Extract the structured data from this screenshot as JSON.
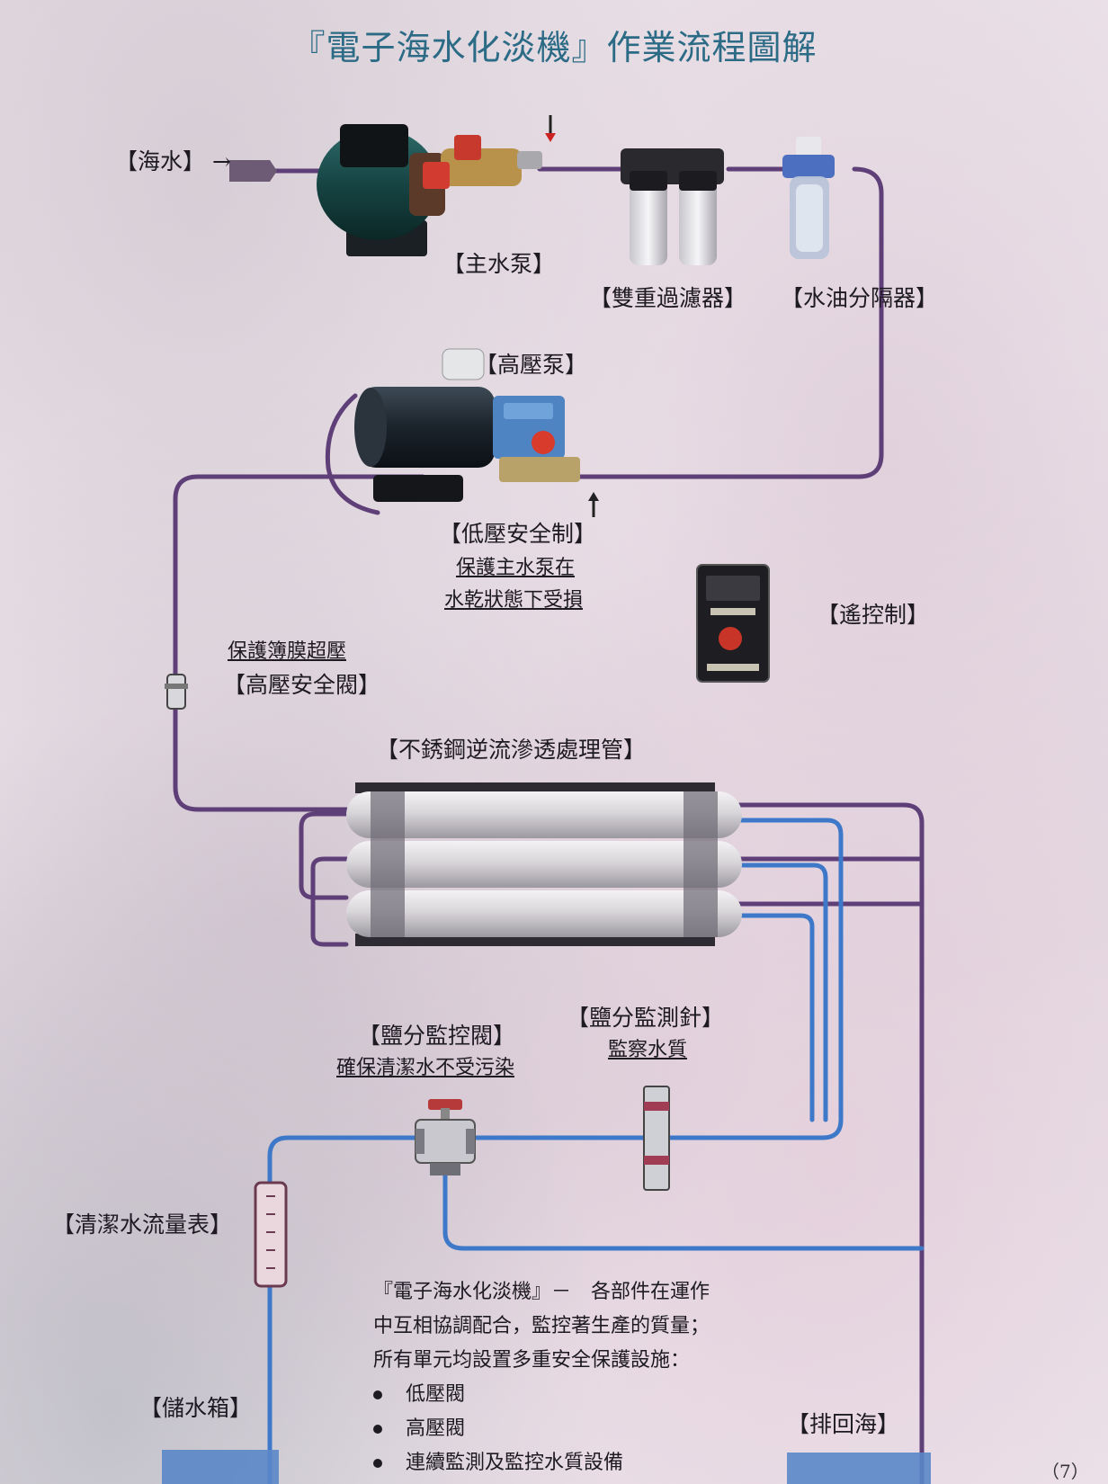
{
  "title": "『電子海水化淡機』作業流程圖解",
  "labels": {
    "seawater": "【海水】",
    "seawater_arrow": "→",
    "main_pump": "【主水泵】",
    "dual_filter": "【雙重過濾器】",
    "oil_separator": "【水油分隔器】",
    "high_pressure_pump": "【高壓泵】",
    "low_pressure_safety": "【低壓安全制】",
    "low_pressure_note_1": "保護主水泵在",
    "low_pressure_note_2": "水乾狀態下受損",
    "remote_control": "【遙控制】",
    "membrane_note": "保護簿膜超壓",
    "high_pressure_valve": "【高壓安全閥】",
    "ro_tube": "【不銹鋼逆流滲透處理管】",
    "salinity_valve": "【鹽分監控閥】",
    "salinity_valve_note": "確保清潔水不受污染",
    "salinity_probe": "【鹽分監測針】",
    "salinity_probe_note": "監察水質",
    "flow_meter": "【清潔水流量表】",
    "storage_tank": "【儲水箱】",
    "discharge": "【排回海】"
  },
  "notes": {
    "line1": "『電子海水化淡機』－　各部件在運作",
    "line2": "中互相協調配合，監控著生產的質量；",
    "line3": "所有單元均設置多重安全保護設施：",
    "bullets": [
      "低壓閥",
      "高壓閥",
      "連續監測及監控水質設備"
    ]
  },
  "page_number": "（7）",
  "colors": {
    "seawater_pipe": "#5f3f78",
    "clean_pipe": "#3d78c9",
    "title": "#2b6b86"
  }
}
